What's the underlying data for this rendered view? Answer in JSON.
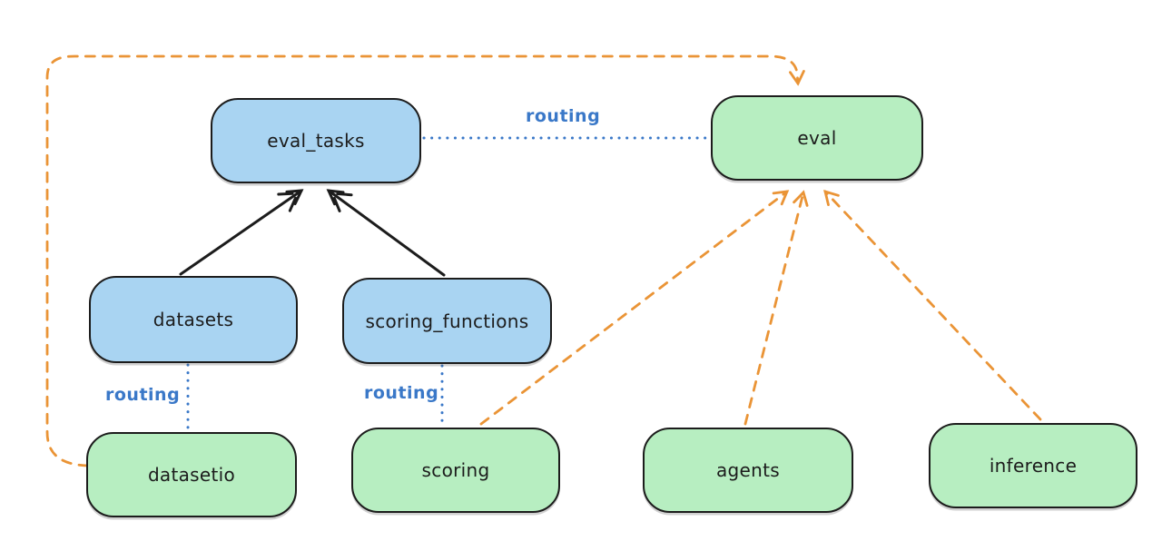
{
  "diagram": {
    "type": "architecture-flow",
    "background": "#ffffff",
    "colors": {
      "api_fill": "#a9d4f2",
      "provider_fill": "#b7eec1",
      "node_stroke": "#1c1c1c",
      "solid_arrow": "#1c1c1c",
      "routing_line": "#3a78c8",
      "provider_arrow": "#ea9436"
    },
    "nodes": [
      {
        "id": "eval_tasks",
        "label": "eval_tasks",
        "kind": "blue"
      },
      {
        "id": "eval",
        "label": "eval",
        "kind": "green"
      },
      {
        "id": "datasets",
        "label": "datasets",
        "kind": "blue"
      },
      {
        "id": "scoring_functions",
        "label": "scoring_functions",
        "kind": "blue"
      },
      {
        "id": "datasetio",
        "label": "datasetio",
        "kind": "green"
      },
      {
        "id": "scoring",
        "label": "scoring",
        "kind": "green"
      },
      {
        "id": "agents",
        "label": "agents",
        "kind": "green"
      },
      {
        "id": "inference",
        "label": "inference",
        "kind": "green"
      }
    ],
    "edges": [
      {
        "from": "datasets",
        "to": "eval_tasks",
        "style": "solid",
        "color": "#1c1c1c",
        "arrow": true
      },
      {
        "from": "scoring_functions",
        "to": "eval_tasks",
        "style": "solid",
        "color": "#1c1c1c",
        "arrow": true
      },
      {
        "from": "eval_tasks",
        "to": "eval",
        "style": "dotted",
        "color": "#3a78c8",
        "label": "routing"
      },
      {
        "from": "datasets",
        "to": "datasetio",
        "style": "dotted",
        "color": "#3a78c8",
        "label": "routing"
      },
      {
        "from": "scoring_functions",
        "to": "scoring",
        "style": "dotted",
        "color": "#3a78c8",
        "label": "routing"
      },
      {
        "from": "scoring",
        "to": "eval",
        "style": "dashed",
        "color": "#ea9436",
        "arrow": true
      },
      {
        "from": "agents",
        "to": "eval",
        "style": "dashed",
        "color": "#ea9436",
        "arrow": true
      },
      {
        "from": "inference",
        "to": "eval",
        "style": "dashed",
        "color": "#ea9436",
        "arrow": true
      },
      {
        "from": "datasetio",
        "to": "eval",
        "style": "dashed",
        "color": "#ea9436",
        "arrow": true,
        "route": "left-and-top"
      }
    ]
  }
}
